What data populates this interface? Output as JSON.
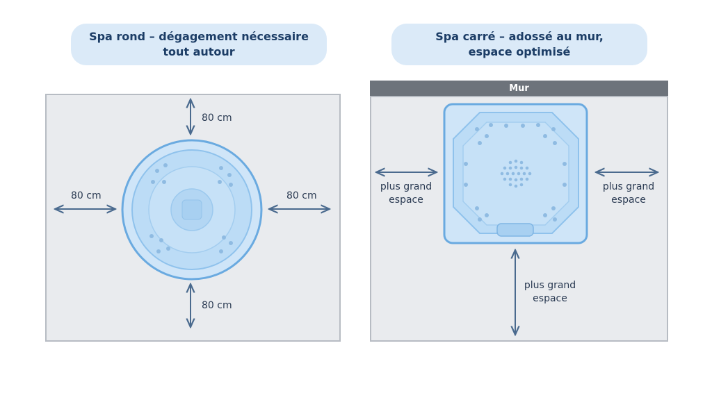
{
  "left_panel": {
    "title_line1": "Spa rond – dégagement nécessaire",
    "title_line2": "tout autour",
    "clearance_top": "80 cm",
    "clearance_left": "80 cm",
    "clearance_right": "80 cm",
    "clearance_bottom": "80 cm"
  },
  "right_panel": {
    "title_line1": "Spa carré – adossé au mur,",
    "title_line2": "espace optimisé",
    "wall_label": "Mur",
    "space_left_line1": "plus grand",
    "space_left_line2": "espace",
    "space_right_line1": "plus grand",
    "space_right_line2": "espace",
    "space_bottom_line1": "plus grand",
    "space_bottom_line2": "espace"
  },
  "colors": {
    "title_bg": "#dbeaf8",
    "title_text": "#1c3d66",
    "floor": "#e9ebee",
    "wall": "#6d737b",
    "spa_fill": "#bcdcf6",
    "spa_stroke": "#6aaae0",
    "arrow": "#4a6a8e"
  }
}
